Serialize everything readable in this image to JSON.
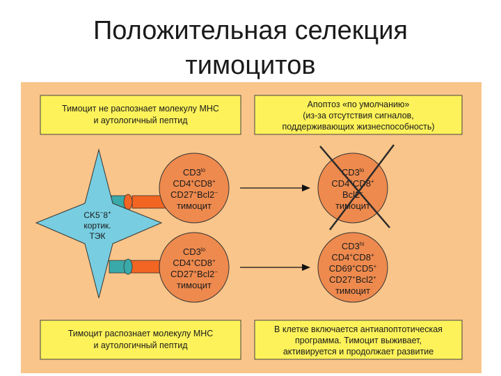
{
  "slide": {
    "title_line1": "Положительная селекция",
    "title_line2": "тимоцитов"
  },
  "diagram": {
    "top_left_box": [
      "Тимоцит не распознает молекулу МНС",
      "и аутологичный пептид"
    ],
    "top_right_box": [
      "Апоптоз «по умолчанию»",
      "(из-за отсутствия сигналов,",
      "поддерживающих жизнеспособность)"
    ],
    "bottom_left_box": [
      "Тимоцит распознает молекулу МНС",
      "и аутологичный пептид"
    ],
    "bottom_right_box": [
      "В клетке включается антиапоптотическая",
      "программа. Тимоцит выживает,",
      "активируется и продолжает развитие"
    ],
    "star_cell": {
      "line1": "CK5",
      "line1_sup": "−",
      "line1_mid": "8",
      "line1_sup2": "+",
      "line2": "кортик.",
      "line3": "ТЭК"
    },
    "cell_top_left": {
      "l1": "CD3",
      "l1_sup": "lo",
      "l2a": "CD4",
      "l2a_sup": "+",
      "l2b": "CD8",
      "l2b_sup": "+",
      "l3a": "CD27",
      "l3a_sup": "+",
      "l3b": "Bcl2",
      "l3b_sup": "−",
      "l4": "тимоцит"
    },
    "cell_top_right": {
      "l1": "CD3",
      "l1_sup": "lo",
      "l2a": "CD4",
      "l2a_sup": "+",
      "l2b": "CD8",
      "l2b_sup": "+",
      "l3": "Bcl2",
      "l3_sup": "−",
      "l4": "тимоцит"
    },
    "cell_bottom_left": {
      "l1": "CD3",
      "l1_sup": "lo",
      "l2a": "CD4",
      "l2a_sup": "+",
      "l2b": "CD8",
      "l2b_sup": "+",
      "l3a": "CD27",
      "l3a_sup": "+",
      "l3b": "Bcl2",
      "l3b_sup": "−",
      "l4": "тимоцит"
    },
    "cell_bottom_right": {
      "l1": "CD3",
      "l1_sup": "hi",
      "l2a": "CD4",
      "l2a_sup": "+",
      "l2b": "CD8",
      "l2b_sup": "+",
      "l3a": "CD69",
      "l3a_sup": "+",
      "l3b": "CD5",
      "l3b_sup": "+",
      "l4a": "CD27",
      "l4a_sup": "+",
      "l4b": "Bcl2",
      "l4b_sup": "+",
      "l5": "тимоцит"
    },
    "colors": {
      "panel": "#f9c58a",
      "box": "#fdf25a",
      "cell": "#ee8a4e",
      "star": "#78cde0",
      "receptor_teal": "#3aa9a9",
      "receptor_orange": "#f26522",
      "cross": "#2a2a2a"
    }
  }
}
